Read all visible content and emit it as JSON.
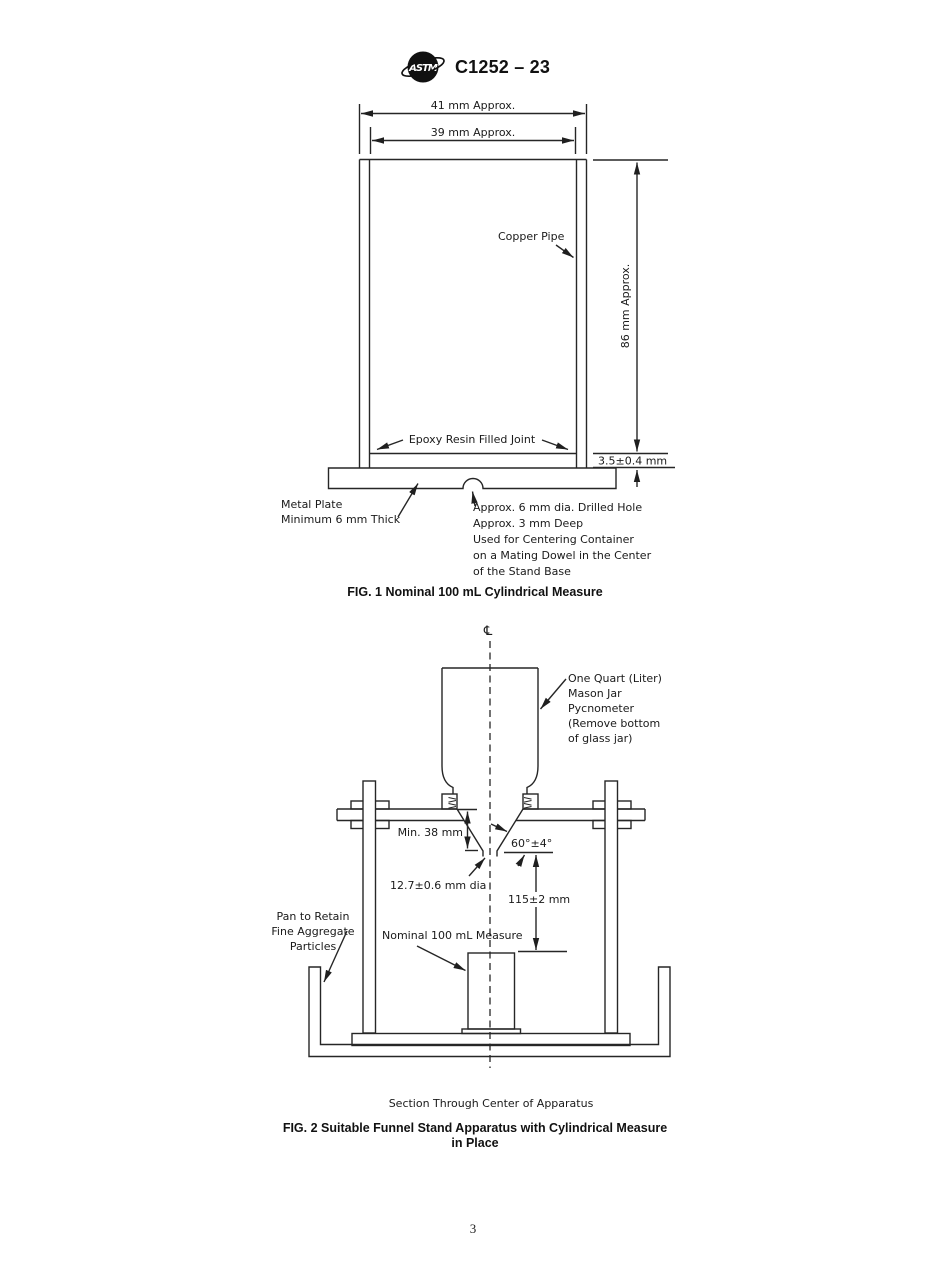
{
  "header": {
    "logo_text": "ASTM",
    "doc_number": "C1252 – 23"
  },
  "fig1": {
    "caption": "FIG. 1 Nominal 100 mL Cylindrical Measure",
    "dim_outer_width": "41 mm Approx.",
    "dim_inner_width": "39 mm Approx.",
    "dim_height": "86 mm Approx.",
    "dim_joint_thickness": "3.5±0.4 mm",
    "label_copper_pipe": "Copper Pipe",
    "label_epoxy_joint": "Epoxy Resin Filled Joint",
    "label_metal_plate": [
      "Metal Plate",
      "Minimum 6 mm Thick"
    ],
    "label_drilled_hole": [
      "Approx. 6 mm dia. Drilled Hole",
      "Approx. 3 mm Deep",
      "Used for Centering Container",
      "on a Mating Dowel in the Center",
      "of the Stand Base"
    ]
  },
  "fig2": {
    "caption_line1": "FIG. 2 Suitable Funnel Stand Apparatus with Cylindrical Measure",
    "caption_line2": "in Place",
    "section_note": "Section Through Center of Apparatus",
    "centerline_symbol": "℄",
    "dim_min_depth": "Min. 38 mm",
    "dim_angle": "60°±4°",
    "dim_orifice": "12.7±0.6 mm dia",
    "dim_drop_height": "115±2 mm",
    "label_jar": [
      "One Quart (Liter)",
      "Mason Jar",
      "Pycnometer",
      "(Remove bottom",
      "of glass jar)"
    ],
    "label_pan": [
      "Pan to Retain",
      "Fine Aggregate",
      "Particles"
    ],
    "label_measure": "Nominal 100 mL Measure"
  },
  "page_number": "3",
  "colors": {
    "ink": "#1f1f1f"
  }
}
